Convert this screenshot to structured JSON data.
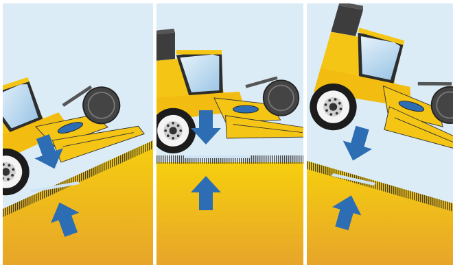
{
  "illustration": {
    "subject": "combine-harvester-header-ground-following",
    "panels": [
      {
        "id": "uphill",
        "terrain": "slope-up",
        "arrows": [
          "down-arrow-icon",
          "up-arrow-icon"
        ]
      },
      {
        "id": "flat",
        "terrain": "level",
        "arrows": [
          "down-arrow-icon",
          "up-arrow-icon"
        ]
      },
      {
        "id": "downhill",
        "terrain": "slope-down",
        "arrows": [
          "down-arrow-icon",
          "up-arrow-icon"
        ]
      }
    ],
    "colors": {
      "sky": "#dcecf6",
      "ground_top": "#f6cf0e",
      "ground_bottom": "#e7a52a",
      "machine_yellow": "#f5c516",
      "machine_dark": "#3a3a3a",
      "arrow_blue": "#2c6db4",
      "glass": "#bcd9ee",
      "stubble": "#333333"
    }
  }
}
